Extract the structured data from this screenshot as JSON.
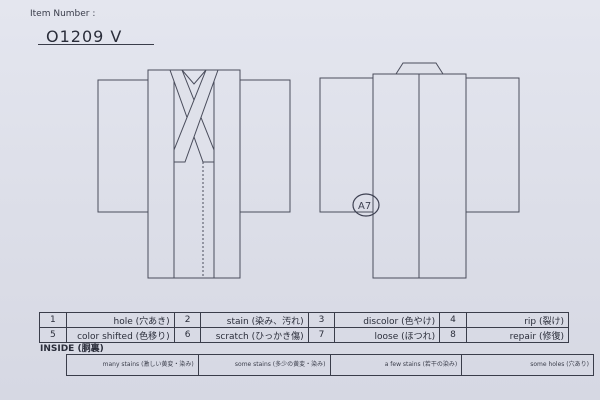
{
  "header": {
    "item_number_label": "Item Number :",
    "item_number": "O1209  V"
  },
  "garment": {
    "back_mark": "A7"
  },
  "defects": [
    {
      "num": "1",
      "label": "hole (穴あき)"
    },
    {
      "num": "2",
      "label": "stain (染み、汚れ)"
    },
    {
      "num": "3",
      "label": "discolor (色やけ)"
    },
    {
      "num": "4",
      "label": "rip (裂け)"
    },
    {
      "num": "5",
      "label": "color shifted (色移り)"
    },
    {
      "num": "6",
      "label": "scratch (ひっかき傷)"
    },
    {
      "num": "7",
      "label": "loose (ほつれ)"
    },
    {
      "num": "8",
      "label": "repair (修復)"
    }
  ],
  "inside": {
    "title": "INSIDE (胴裏)",
    "cells": [
      "many stains (激しい黄変・染み)",
      "some stains (多少の黄変・染み)",
      "a few stains (若干の染み)",
      "some holes (穴あり)"
    ]
  }
}
